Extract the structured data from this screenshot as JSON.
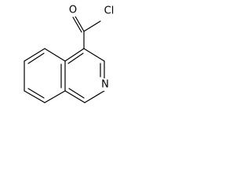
{
  "molecule": {
    "atoms": {
      "oxygen": "O",
      "chlorine": "Cl",
      "nitrogen": "N"
    }
  },
  "colors": {
    "bond": "#000000",
    "background": "#ffffff"
  }
}
